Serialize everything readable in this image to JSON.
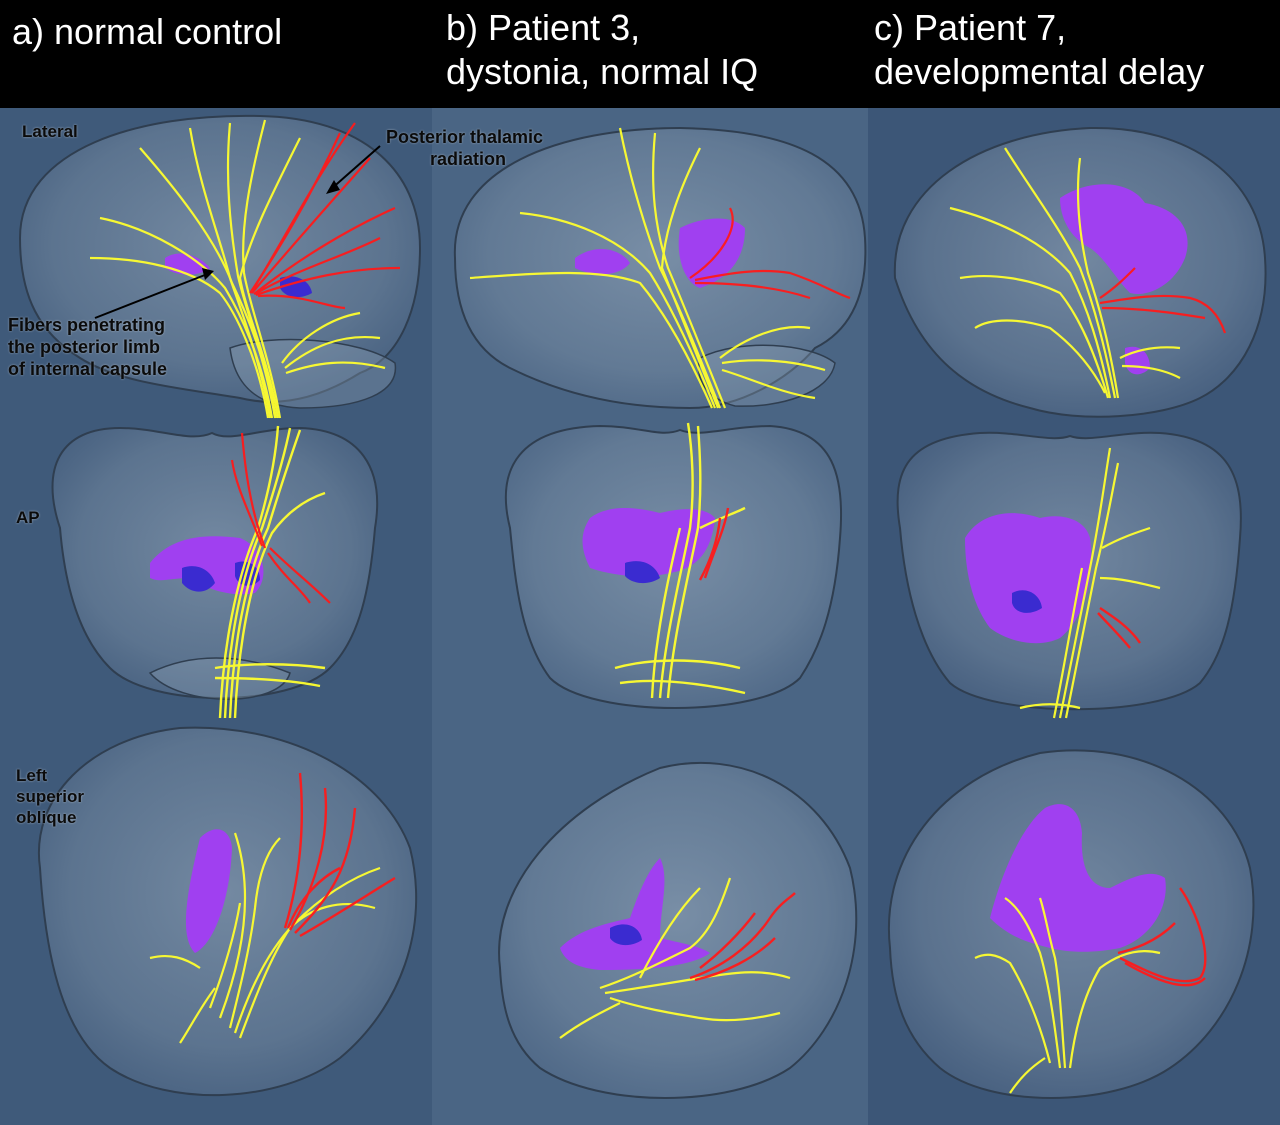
{
  "columns": [
    {
      "title_lines": [
        "a)  normal control"
      ]
    },
    {
      "title_lines": [
        "b) Patient 3,",
        "dystonia, normal IQ"
      ]
    },
    {
      "title_lines": [
        "c) Patient 7,",
        "developmental delay"
      ]
    }
  ],
  "views": {
    "lateral": "Lateral",
    "ap": "AP",
    "oblique_lines": [
      "Left",
      "superior",
      "oblique"
    ]
  },
  "annotations": {
    "thalamic_lines": [
      "Posterior thalamic",
      "radiation"
    ],
    "capsule_lines": [
      "Fibers penetrating",
      "the posterior limb",
      "of internal capsule"
    ]
  },
  "colors": {
    "corticospinal_tract": "#ffff2e",
    "thalamic_radiation": "#ff1a1a",
    "ventricles": "#a040f0",
    "thalamus": "#3a2bd0"
  }
}
